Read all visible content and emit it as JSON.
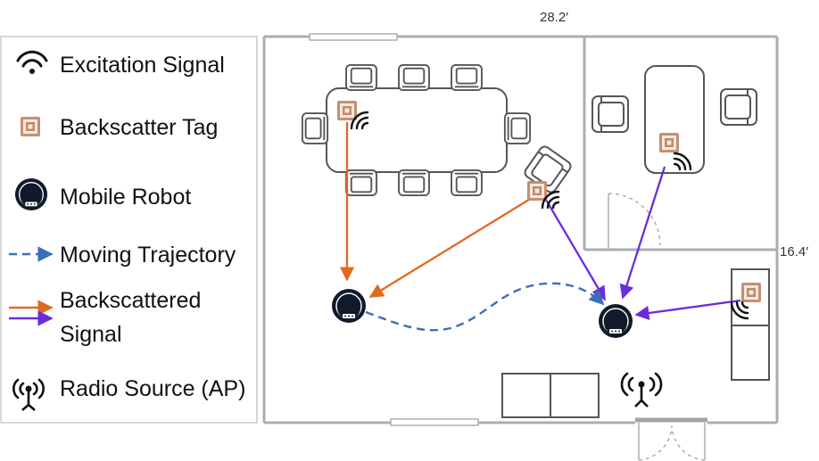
{
  "legend": {
    "items": [
      {
        "icon": "excitation-signal-icon",
        "label": "Excitation Signal"
      },
      {
        "icon": "backscatter-tag-icon",
        "label": "Backscatter Tag"
      },
      {
        "icon": "mobile-robot-icon",
        "label": "Mobile Robot"
      },
      {
        "icon": "moving-trajectory-icon",
        "label": "Moving Trajectory"
      },
      {
        "icon": "backscattered-signal-icon",
        "label_line1": "Backscattered",
        "label_line2": "Signal"
      },
      {
        "icon": "radio-source-icon",
        "label": "Radio Source (AP)"
      }
    ]
  },
  "floorplan": {
    "width_label": "28.2′",
    "height_label": "16.4′"
  },
  "colors": {
    "wall": "#a9afb1",
    "orange_signal": "#e06a1e",
    "purple_signal": "#6a2be0",
    "trajectory": "#3a6fb8",
    "robot": "#0f1a2a",
    "tag": "#b7825a"
  }
}
